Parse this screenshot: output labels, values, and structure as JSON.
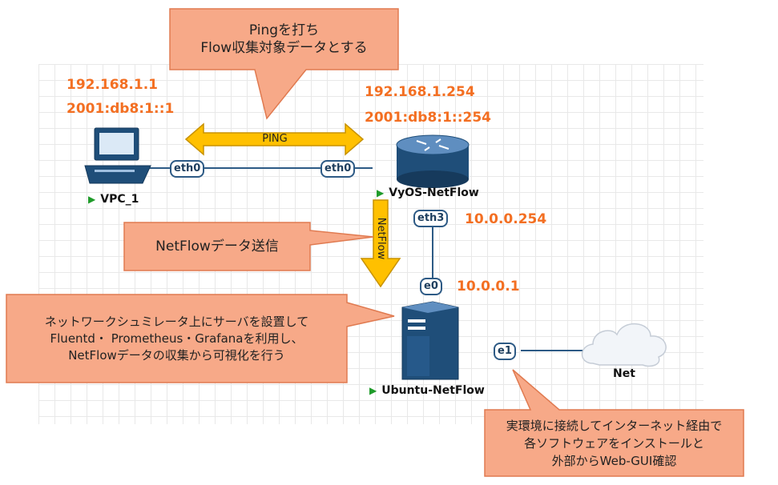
{
  "callouts": {
    "ping_top_line1": "Pingを打ち",
    "ping_top_line2": "Flow収集対象データとする",
    "netflow_send": "NetFlowデータ送信",
    "ubuntu_line1": "ネットワークシュミレータ上にサーバを設置して",
    "ubuntu_line2": "Fluentd・ Prometheus・Grafanaを利用し、",
    "ubuntu_line3": "NetFlowデータの収集から可視化を行う",
    "net_line1": "実環境に接続してインターネット経由で",
    "net_line2": "各ソフトウェアをインストールと",
    "net_line3": "外部からWeb-GUI確認"
  },
  "addresses": {
    "vpc_ipv4": "192.168.1.1",
    "vpc_ipv6": "2001:db8:1::1",
    "vyos_ipv4": "192.168.1.254",
    "vyos_ipv6": "2001:db8:1::254",
    "vyos_eth3": "10.0.0.254",
    "ubuntu_e0": "10.0.0.1"
  },
  "nodes": {
    "vpc": "VPC_1",
    "vyos": "VyOS-NetFlow",
    "ubuntu": "Ubuntu-NetFlow",
    "net": "Net"
  },
  "interfaces": {
    "vpc_eth0": "eth0",
    "vyos_eth0": "eth0",
    "vyos_eth3": "eth3",
    "ubuntu_e0": "e0",
    "ubuntu_e1": "e1"
  },
  "arrows": {
    "ping": "PING",
    "netflow": "NetFlow"
  },
  "colors": {
    "callout_fill": "#f7a988",
    "callout_border": "#e07a50",
    "address_text": "#f36f22",
    "arrow_fill": "#ffc000",
    "link_line": "#2d5a85",
    "node_dark": "#1f4e79",
    "start_marker": "#1f9b2a"
  }
}
